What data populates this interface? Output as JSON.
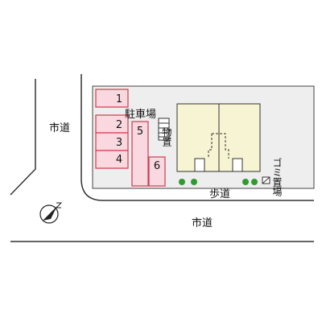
{
  "colors": {
    "lot_fill": "#eeeeee",
    "parking_fill": "#f9d9df",
    "parking_stroke": "#d2374e",
    "building_fill": "#f6f4d2",
    "tree": "#2f9a2f",
    "line": "#333333"
  },
  "labels": {
    "city_road_west": "市道",
    "city_road_south": "市道",
    "sidewalk": "歩道",
    "parking_lot": "駐車場",
    "storage": "物置",
    "garbage": "ゴミ置場"
  },
  "parking_spaces": [
    "1",
    "2",
    "3",
    "4",
    "5",
    "6"
  ],
  "icons": {
    "compass": "north-arrow-icon"
  }
}
